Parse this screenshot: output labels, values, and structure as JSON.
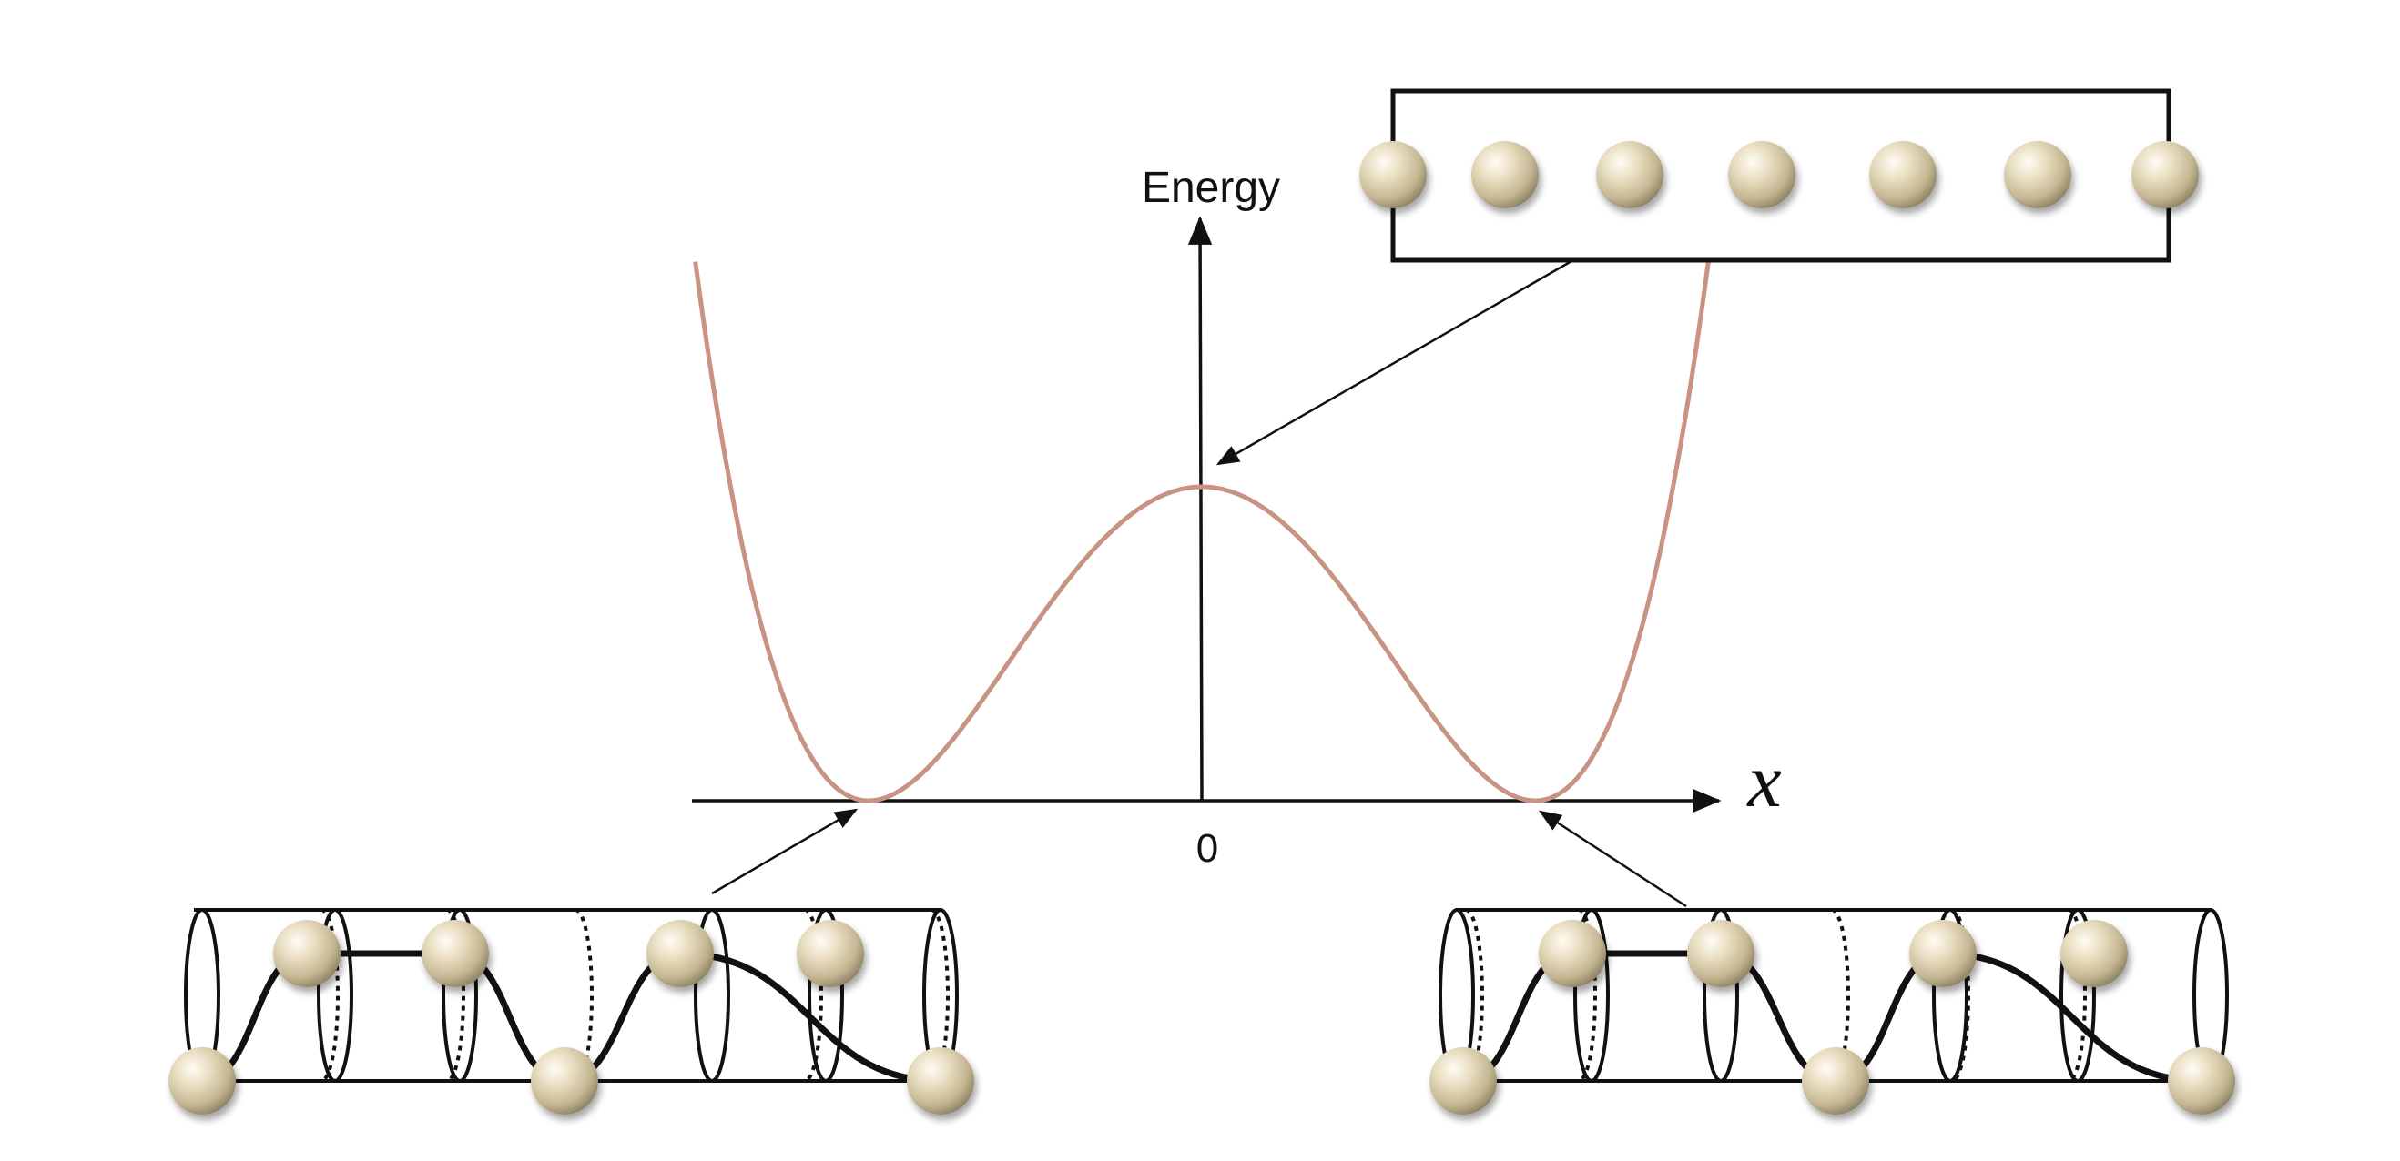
{
  "diagram": {
    "y_axis_label": "Energy",
    "x_axis_label": "x",
    "origin_label": "0",
    "colors": {
      "curve": "#c99383",
      "axes": "#111111",
      "bead_light": "#fbf7ea",
      "bead_mid": "#d9cdaa",
      "bead_dark": "#8f8366"
    },
    "icons": [
      "bead-sphere-icon",
      "cylinder-coil-icon"
    ]
  }
}
